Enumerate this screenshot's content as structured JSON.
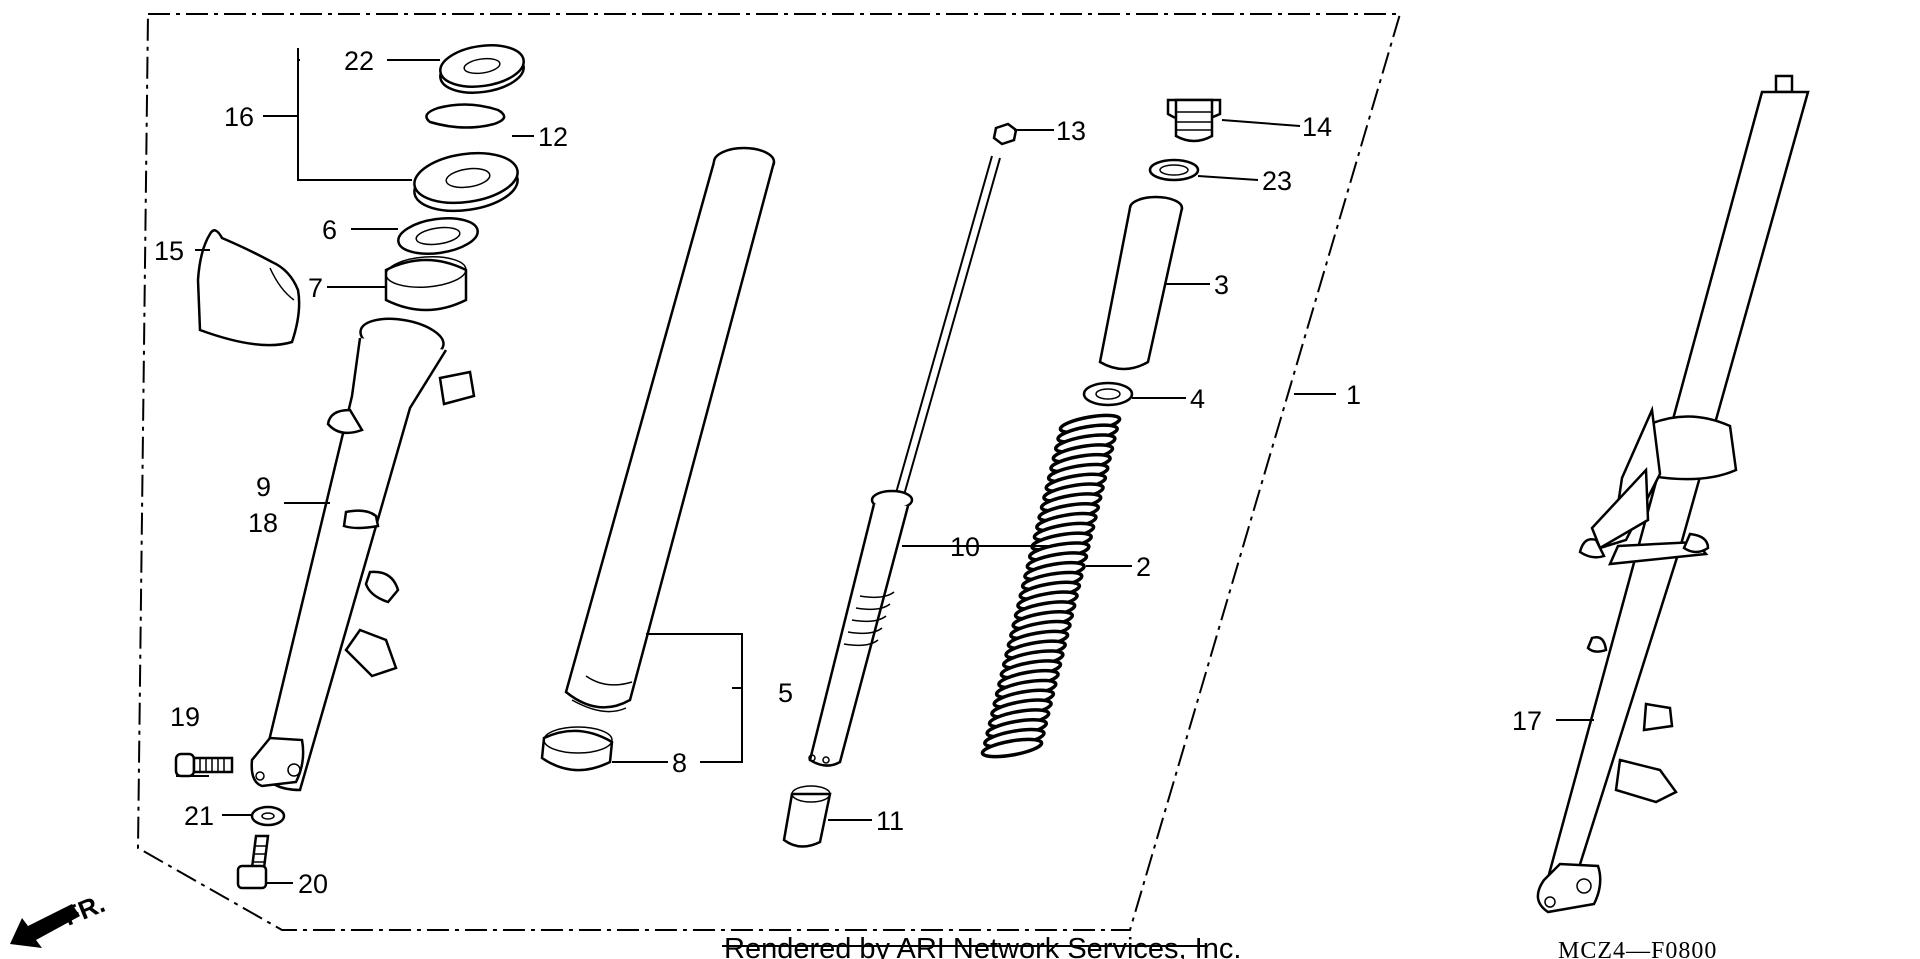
{
  "diagram": {
    "credit": "Rendered by ARI Network Services, Inc.",
    "code": "MCZ4—F0800",
    "direction_label": "FR."
  },
  "callouts": [
    {
      "id": "c1",
      "label": "1"
    },
    {
      "id": "c2",
      "label": "2"
    },
    {
      "id": "c3",
      "label": "3"
    },
    {
      "id": "c4",
      "label": "4"
    },
    {
      "id": "c5",
      "label": "5"
    },
    {
      "id": "c6",
      "label": "6"
    },
    {
      "id": "c7",
      "label": "7"
    },
    {
      "id": "c8",
      "label": "8"
    },
    {
      "id": "c9",
      "label": "9"
    },
    {
      "id": "c10",
      "label": "10"
    },
    {
      "id": "c11",
      "label": "11"
    },
    {
      "id": "c12",
      "label": "12"
    },
    {
      "id": "c13",
      "label": "13"
    },
    {
      "id": "c14",
      "label": "14"
    },
    {
      "id": "c15",
      "label": "15"
    },
    {
      "id": "c16",
      "label": "16"
    },
    {
      "id": "c17",
      "label": "17"
    },
    {
      "id": "c18",
      "label": "18"
    },
    {
      "id": "c19",
      "label": "19"
    },
    {
      "id": "c20",
      "label": "20"
    },
    {
      "id": "c21",
      "label": "21"
    },
    {
      "id": "c22",
      "label": "22"
    },
    {
      "id": "c23",
      "label": "23"
    }
  ]
}
